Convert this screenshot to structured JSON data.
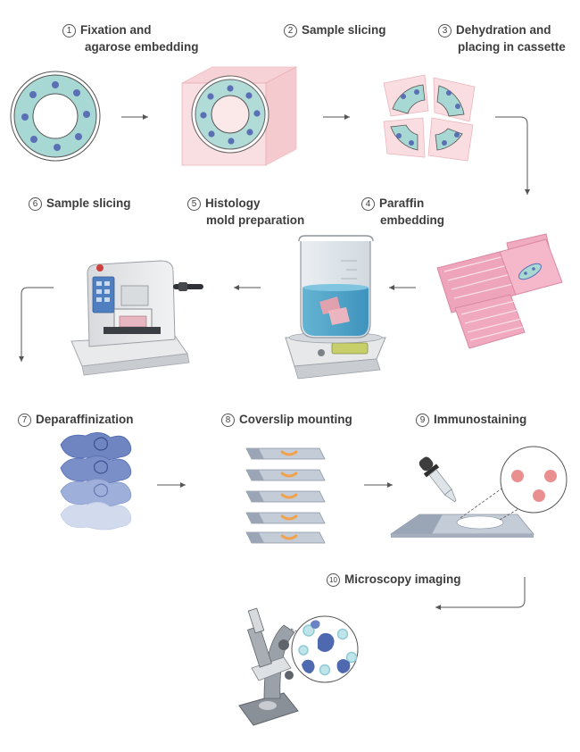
{
  "steps": [
    {
      "num": "1",
      "line1": "Fixation and",
      "line2": "agarose embedding"
    },
    {
      "num": "2",
      "line1": "Sample slicing",
      "line2": ""
    },
    {
      "num": "3",
      "line1": "Dehydration and",
      "line2": "placing in cassette"
    },
    {
      "num": "4",
      "line1": "Paraffin",
      "line2": "embedding"
    },
    {
      "num": "5",
      "line1": "Histology",
      "line2": "mold preparation"
    },
    {
      "num": "6",
      "line1": "Sample slicing",
      "line2": ""
    },
    {
      "num": "7",
      "line1": "Deparaffinization",
      "line2": ""
    },
    {
      "num": "8",
      "line1": "Coverslip mounting",
      "line2": ""
    },
    {
      "num": "9",
      "line1": "Immunostaining",
      "line2": ""
    },
    {
      "num": "10",
      "line1": "Microscopy imaging",
      "line2": ""
    }
  ],
  "colors": {
    "tissue_teal": "#a8d8d4",
    "dot_blue": "#5b6fb5",
    "block_pink": "#f6d3d6",
    "cassette_pink": "#eea5bb",
    "cell_blue": "#4e69b0",
    "stain_red": "#ea8f8f",
    "slide_grey": "#c4ccd8",
    "arrow": "#555555"
  }
}
